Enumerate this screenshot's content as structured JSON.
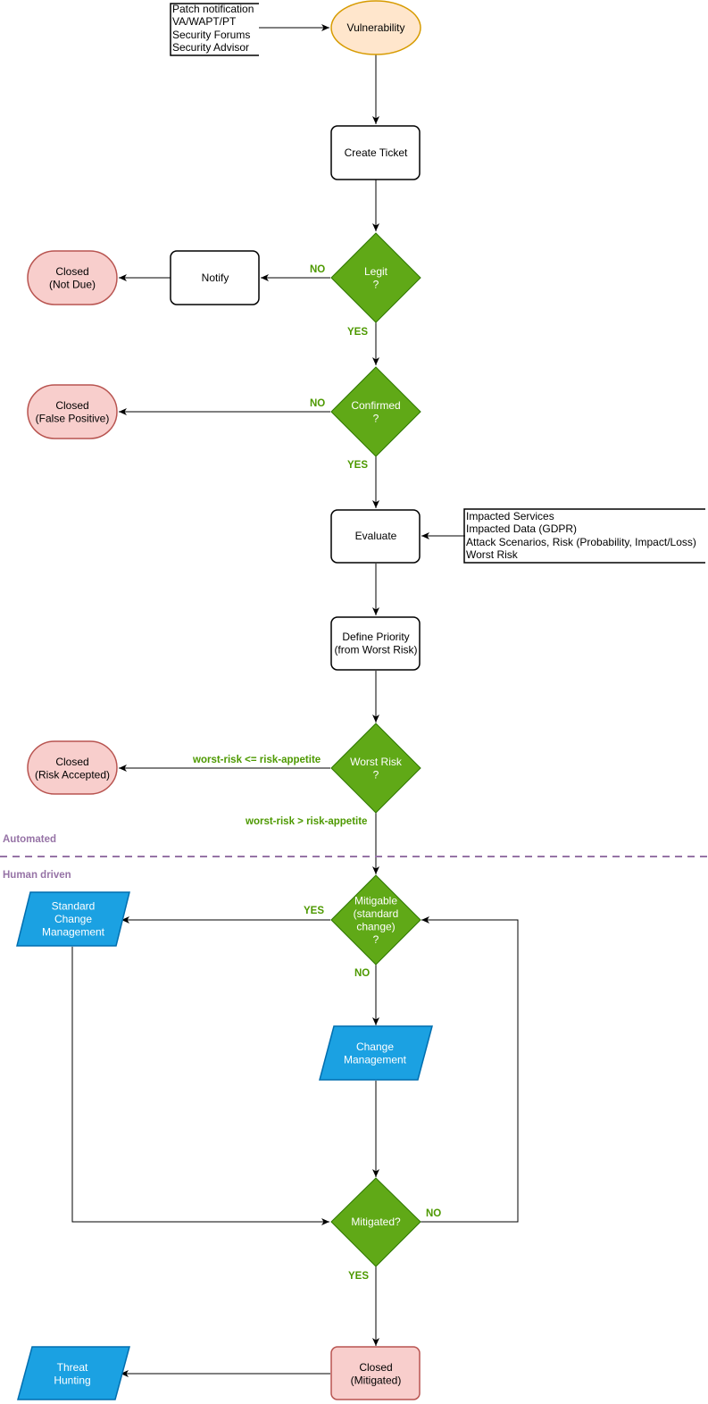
{
  "colors": {
    "green_fill": "#60a917",
    "green_stroke": "#2d7600",
    "green_label": "#4d9900",
    "pink_fill": "#f8cecc",
    "pink_stroke": "#b85450",
    "orange_fill": "#ffe6cc",
    "orange_stroke": "#d79b00",
    "blue_fill": "#1ba1e2",
    "blue_stroke": "#006eaf",
    "lane_color": "#9673a6"
  },
  "sources_note": [
    "Patch notification",
    "VA/WAPT/PT",
    "Security Forums",
    "Security Advisor"
  ],
  "evaluate_note": [
    "Impacted Services",
    "Impacted Data (GDPR)",
    "Attack Scenarios, Risk (Probability, Impact/Loss)",
    "Worst Risk"
  ],
  "nodes": {
    "vulnerability": [
      "Vulnerability"
    ],
    "create_ticket": [
      "Create Ticket"
    ],
    "legit": [
      "Legit",
      "?"
    ],
    "notify": [
      "Notify"
    ],
    "closed_not_due": [
      "Closed",
      "(Not Due)"
    ],
    "confirmed": [
      "Confirmed",
      "?"
    ],
    "closed_false_positive": [
      "Closed",
      "(False Positive)"
    ],
    "evaluate": [
      "Evaluate"
    ],
    "define_priority": [
      "Define Priority",
      "(from Worst Risk)"
    ],
    "worst_risk": [
      "Worst Risk",
      "?"
    ],
    "closed_risk_accepted": [
      "Closed",
      "(Risk Accepted)"
    ],
    "mitigable": [
      "Mitigable",
      "(standard",
      "change)",
      "?"
    ],
    "standard_change": [
      "Standard",
      "Change",
      "Management"
    ],
    "change_management": [
      "Change",
      "Management"
    ],
    "mitigated": [
      "Mitigated?"
    ],
    "closed_mitigated": [
      "Closed",
      "(Mitigated)"
    ],
    "threat_hunting": [
      "Threat",
      "Hunting"
    ]
  },
  "edge_labels": {
    "legit_no": "NO",
    "legit_yes": "YES",
    "confirmed_no": "NO",
    "confirmed_yes": "YES",
    "risk_accepted": "worst-risk <= risk-appetite",
    "risk_exceeds": "worst-risk > risk-appetite",
    "mitigable_yes": "YES",
    "mitigable_no": "NO",
    "mitigated_no": "NO",
    "mitigated_yes": "YES"
  },
  "lanes": {
    "automated": "Automated",
    "human_driven": "Human driven"
  }
}
